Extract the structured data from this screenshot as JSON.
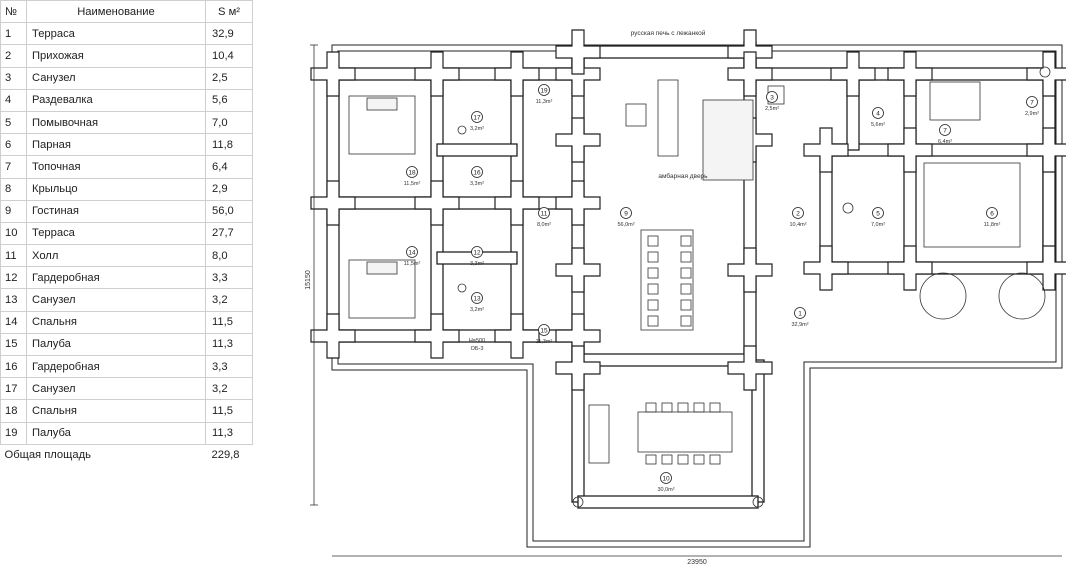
{
  "table": {
    "headers": {
      "num": "№",
      "name": "Наименование",
      "area": "S м²"
    },
    "rows": [
      {
        "num": "1",
        "name": "Терраса",
        "area": "32,9"
      },
      {
        "num": "2",
        "name": "Прихожая",
        "area": "10,4"
      },
      {
        "num": "3",
        "name": "Санузел",
        "area": "2,5"
      },
      {
        "num": "4",
        "name": "Раздевалка",
        "area": "5,6"
      },
      {
        "num": "5",
        "name": "Помывочная",
        "area": "7,0"
      },
      {
        "num": "6",
        "name": "Парная",
        "area": "11,8"
      },
      {
        "num": "7",
        "name": "Топочная",
        "area": "6,4"
      },
      {
        "num": "8",
        "name": "Крыльцо",
        "area": "2,9"
      },
      {
        "num": "9",
        "name": "Гостиная",
        "area": "56,0"
      },
      {
        "num": "10",
        "name": "Терраса",
        "area": "27,7"
      },
      {
        "num": "11",
        "name": "Холл",
        "area": "8,0"
      },
      {
        "num": "12",
        "name": "Гардеробная",
        "area": "3,3"
      },
      {
        "num": "13",
        "name": "Санузел",
        "area": "3,2"
      },
      {
        "num": "14",
        "name": "Спальня",
        "area": "11,5"
      },
      {
        "num": "15",
        "name": "Палуба",
        "area": "11,3"
      },
      {
        "num": "16",
        "name": "Гардеробная",
        "area": "3,3"
      },
      {
        "num": "17",
        "name": "Санузел",
        "area": "3,2"
      },
      {
        "num": "18",
        "name": "Спальня",
        "area": "11,5"
      },
      {
        "num": "19",
        "name": "Палуба",
        "area": "11,3"
      }
    ],
    "total": {
      "label": "Общая площадь",
      "area": "229,8"
    }
  },
  "plan": {
    "labels": {
      "stove": "русская печь с лежанкой",
      "door": "амбарная дверь",
      "dim_width": "23950",
      "dim_height": "15150",
      "opening_h": "H=500",
      "opening_code": "ОБ-3"
    },
    "rooms": [
      {
        "num": "1",
        "area": "32,9m²"
      },
      {
        "num": "2",
        "area": "10,4m²"
      },
      {
        "num": "3",
        "area": "2,5m²"
      },
      {
        "num": "4",
        "area": "5,6m²"
      },
      {
        "num": "5",
        "area": "7,0m²"
      },
      {
        "num": "6",
        "area": "11,8m²"
      },
      {
        "num": "7",
        "area": "6,4m²"
      },
      {
        "num": "7",
        "area": "2,9m²"
      },
      {
        "num": "9",
        "area": "56,0m²"
      },
      {
        "num": "10",
        "area": "30,0m²"
      },
      {
        "num": "11",
        "area": "8,0m²"
      },
      {
        "num": "12",
        "area": "3,3m²"
      },
      {
        "num": "13",
        "area": "3,2m²"
      },
      {
        "num": "14",
        "area": "11,5m²"
      },
      {
        "num": "15",
        "area": "11,3m²"
      },
      {
        "num": "16",
        "area": "3,3m²"
      },
      {
        "num": "17",
        "area": "3,2m²"
      },
      {
        "num": "18",
        "area": "11,5m²"
      },
      {
        "num": "19",
        "area": "11,3m²"
      }
    ]
  },
  "colors": {
    "line": "#222222",
    "fill_light": "#f4f4f4",
    "fill_gray": "#dcdcdc"
  }
}
